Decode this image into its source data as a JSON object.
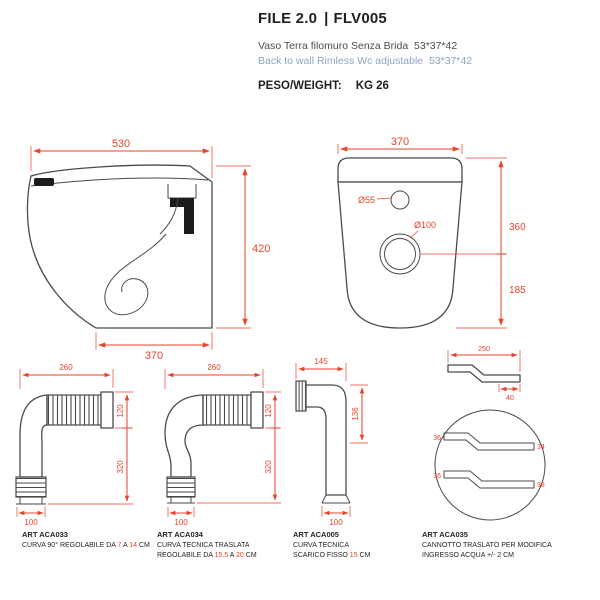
{
  "header": {
    "series": "FILE 2.0",
    "separator": "|",
    "code": "FLV005",
    "description_it": "Vaso Terra filomuro Senza Brida  53*37*42",
    "description_en": "Back to wall Rimless Wc adjustable  53*37*42",
    "weight_label": "PESO/WEIGHT:",
    "weight_value": "KG 26"
  },
  "side_view": {
    "dim_width_top": "530",
    "dim_height": "420",
    "dim_width_bottom": "370"
  },
  "front_view": {
    "dim_width": "370",
    "dim_small_hole": "Ø55",
    "dim_large_hole": "Ø100",
    "dim_height_total": "360",
    "dim_height_outlet": "185"
  },
  "accessories": {
    "aca033": {
      "art": "ART ACA033",
      "dim_top": "260",
      "dim_side_upper": "120",
      "dim_side_total": "320",
      "dim_bottom": "100",
      "desc_1": "CURVA 90° REGOLABILE DA ",
      "desc_red_1": "7",
      "desc_2": " A ",
      "desc_red_2": "14",
      "desc_3": " CM"
    },
    "aca034": {
      "art": "ART ACA034",
      "dim_top": "260",
      "dim_side_upper": "120",
      "dim_side_total": "320",
      "dim_bottom": "100",
      "line1": "CURVA TECNICA TRASLATA",
      "desc_1": "REGOLABILE DA ",
      "desc_red_1": "15.5",
      "desc_2": " A ",
      "desc_red_2": "20",
      "desc_3": " CM"
    },
    "aca005": {
      "art": "ART ACA005",
      "dim_top": "145",
      "dim_side": "136",
      "dim_bottom": "100",
      "line1": "CURVA TECNICA",
      "desc_1": "SCARICO FISSO ",
      "desc_red_1": "15",
      "desc_3": " CM"
    },
    "aca035": {
      "art": "ART ACA035",
      "dim_top": "250",
      "dim_top_right": "40",
      "tube1_left": "36",
      "tube1_right": "34",
      "tube2_left": "36",
      "tube2_right": "38",
      "line1": "CANNOTTO TRASLATO PER MODIFICA",
      "line2": "INGRESSO ACQUA +/- 2 CM"
    }
  },
  "colors": {
    "dimension_red": "#e8432b",
    "subtitle_blue": "#8aa5c3",
    "drawing_gray": "#4a4a4c"
  }
}
